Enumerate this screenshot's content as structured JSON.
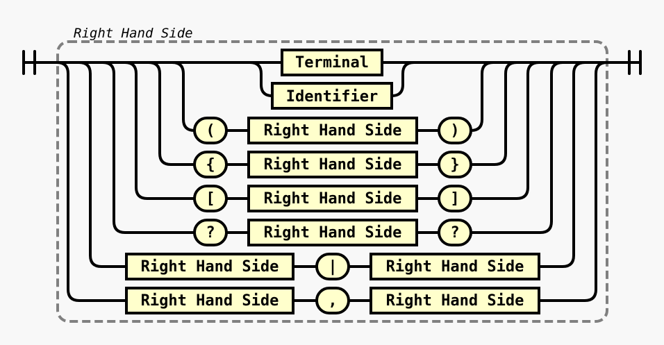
{
  "diagram": {
    "group_label": "Right Hand Side",
    "rows": [
      {
        "kind": "nonterminal",
        "label": "Terminal"
      },
      {
        "kind": "nonterminal",
        "label": "Identifier"
      },
      {
        "kind": "wrap",
        "open": "(",
        "inner": "Right Hand Side",
        "close": ")"
      },
      {
        "kind": "wrap",
        "open": "{",
        "inner": "Right Hand Side",
        "close": "}"
      },
      {
        "kind": "wrap",
        "open": "[",
        "inner": "Right Hand Side",
        "close": "]"
      },
      {
        "kind": "wrap",
        "open": "?",
        "inner": "Right Hand Side",
        "close": "?"
      },
      {
        "kind": "binary",
        "left": "Right Hand Side",
        "op": "|",
        "right": "Right Hand Side"
      },
      {
        "kind": "binary",
        "left": "Right Hand Side",
        "op": ",",
        "right": "Right Hand Side"
      }
    ]
  }
}
